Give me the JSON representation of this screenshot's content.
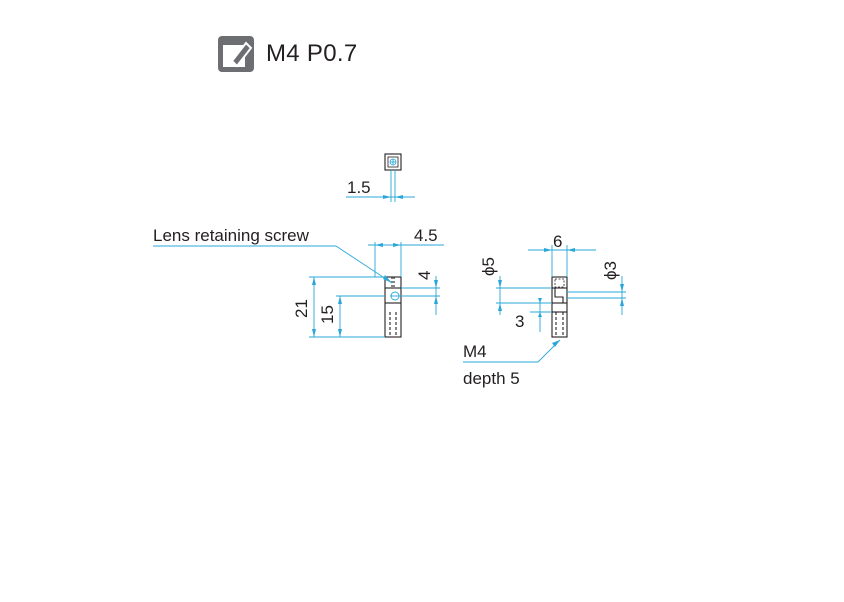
{
  "header": {
    "icon": "mount-screw-icon",
    "title": "M4 P0.7"
  },
  "colors": {
    "outline": "#231f20",
    "dimension": "#2aa7d8",
    "icon_bg": "#6d6e71"
  },
  "dimensions": {
    "top_width": "1.5",
    "callout_screw": "Lens retaining screw",
    "side_width": "4.5",
    "side_offset": "4",
    "total_height": "21",
    "lower_height": "15",
    "front_width": "6",
    "diameter_left": "ϕ5",
    "diameter_right": "ϕ3",
    "slot": "3",
    "thread": "M4",
    "thread_depth": "depth 5"
  }
}
